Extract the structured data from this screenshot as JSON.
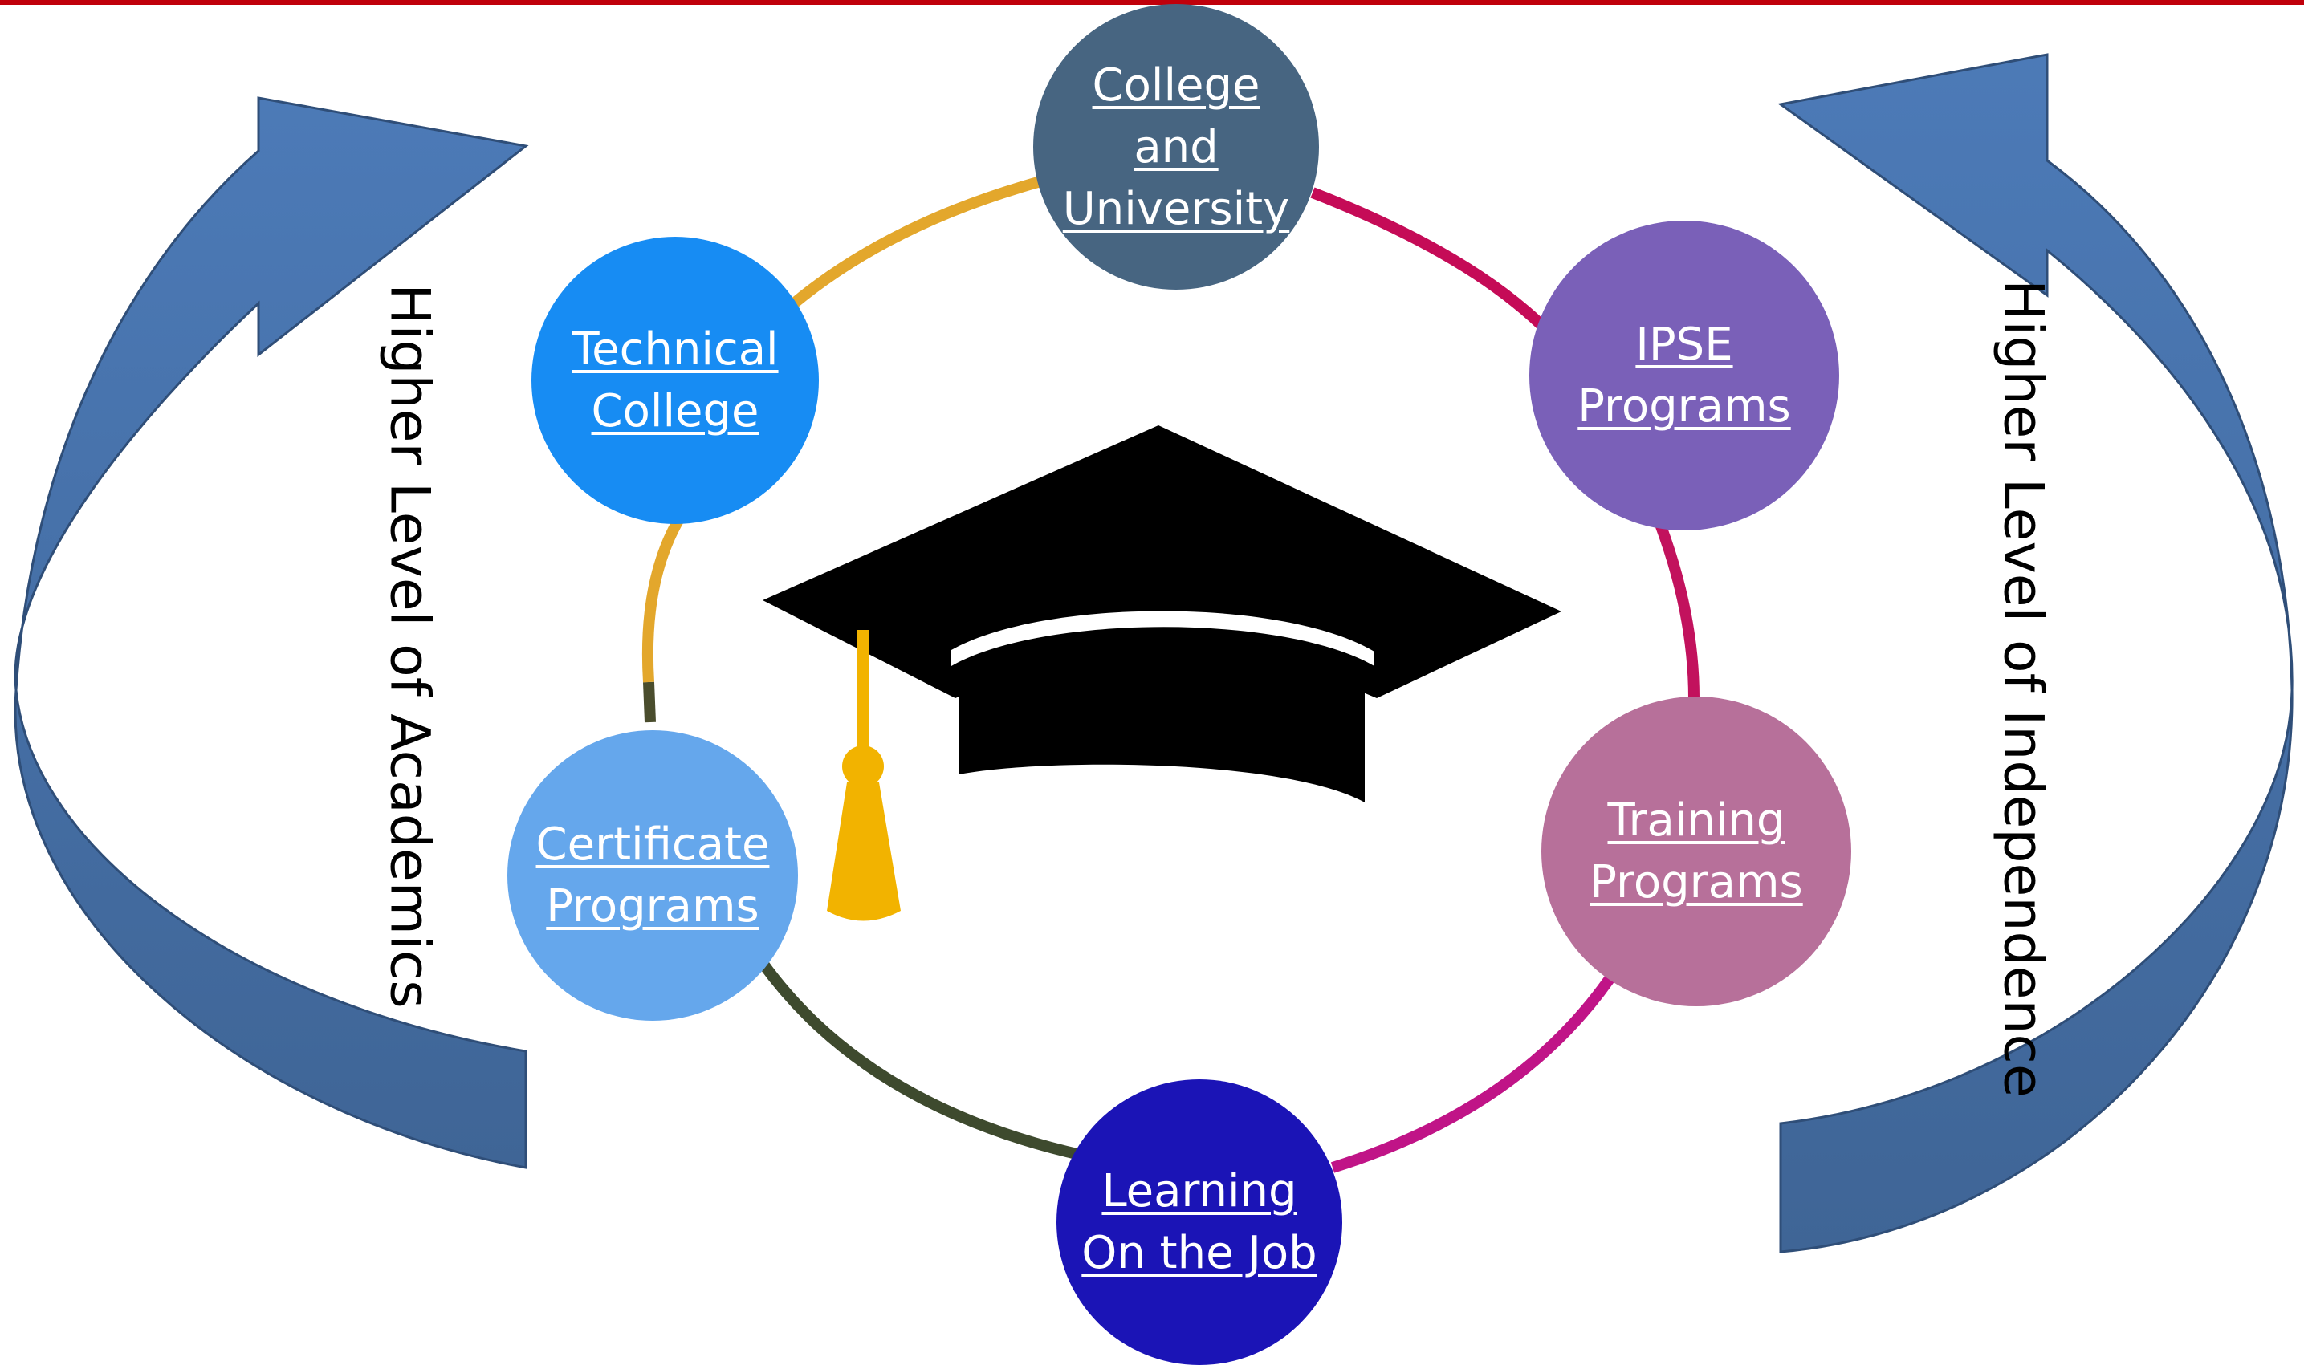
{
  "colors": {
    "top_rule": "#c0000b",
    "arrow_fill": "#4c7ab7",
    "arrow_fill_dark": "#3f6596",
    "cap": "#000000",
    "tassel": "#f2b300"
  },
  "side_labels": {
    "left": "Higher Level of Academics",
    "right": "Higher Level of Independence"
  },
  "nodes": [
    {
      "id": "college-and-university",
      "lines": [
        "College",
        "and",
        "University"
      ],
      "color": "#476581"
    },
    {
      "id": "ipse-programs",
      "lines": [
        "IPSE",
        "Programs"
      ],
      "color": "#7a60b8"
    },
    {
      "id": "training-programs",
      "lines": [
        "Training",
        "Programs"
      ],
      "color": "#b7709a"
    },
    {
      "id": "learning-on-the-job",
      "lines": [
        "Learning",
        "On the Job"
      ],
      "color": "#1b14b6"
    },
    {
      "id": "certificate-programs",
      "lines": [
        "Certificate",
        "Programs"
      ],
      "color": "#65a7ec"
    },
    {
      "id": "technical-college",
      "lines": [
        "Technical",
        "College"
      ],
      "color": "#178cf3"
    }
  ],
  "ring_colors": [
    "#c50b57",
    "#c2125d",
    "#c01487",
    "#3e4a2e",
    "#4a4d2d",
    "#e3a72c"
  ],
  "icon": "graduation-cap-icon"
}
